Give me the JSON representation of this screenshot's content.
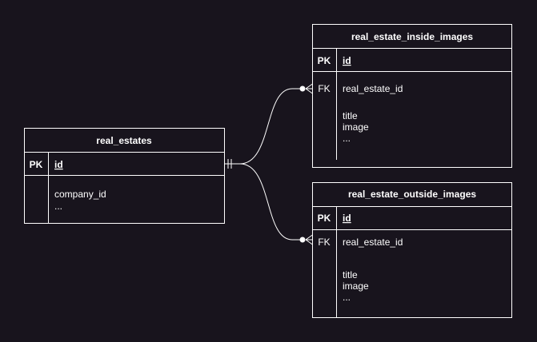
{
  "tables": {
    "real_estates": {
      "title": "real_estates",
      "pk_label": "PK",
      "pk_field": "id",
      "fields": [
        "company_id",
        "..."
      ]
    },
    "inside_images": {
      "title": "real_estate_inside_images",
      "pk_label": "PK",
      "pk_field": "id",
      "fk_label": "FK",
      "fk_field": "real_estate_id",
      "fields": [
        "title",
        "image",
        "..."
      ]
    },
    "outside_images": {
      "title": "real_estate_outside_images",
      "pk_label": "PK",
      "pk_field": "id",
      "fk_label": "FK",
      "fk_field": "real_estate_id",
      "fields": [
        "title",
        "image",
        "..."
      ]
    }
  },
  "colors": {
    "background": "#18141d",
    "line": "#ffffff",
    "text": "#ffffff"
  }
}
